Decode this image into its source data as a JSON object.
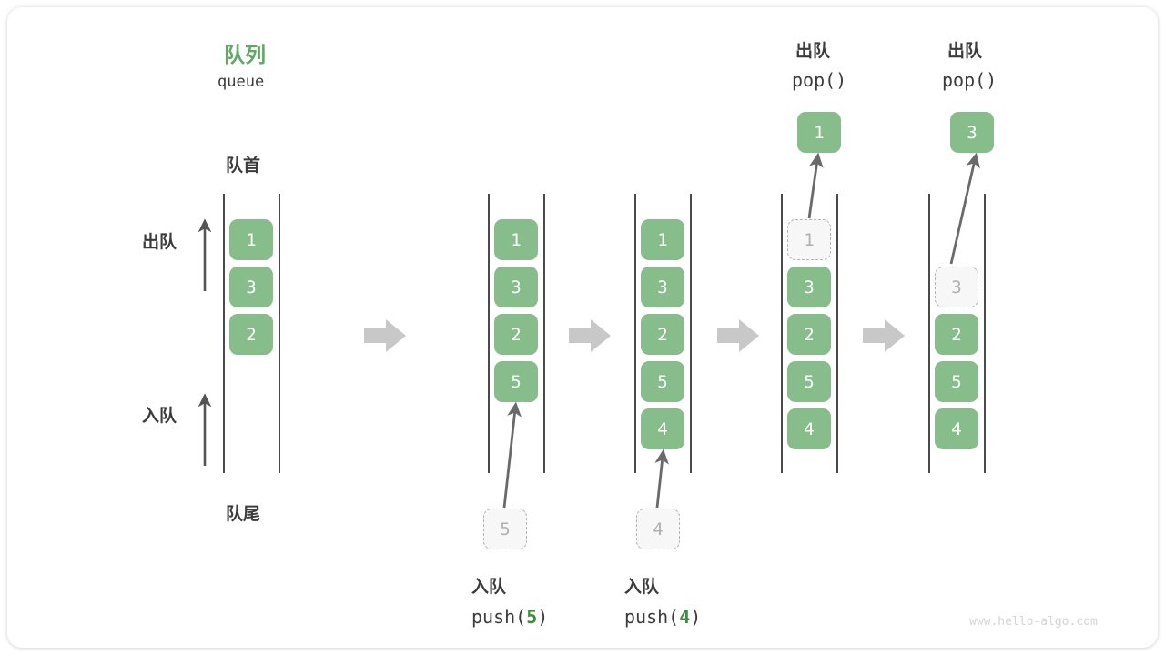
{
  "diagram": {
    "title_cn": "队列",
    "title_en": "queue",
    "front_label": "队首",
    "rear_label": "队尾",
    "dequeue_label": "出队",
    "enqueue_label": "入队",
    "watermark": "www.hello-algo.com",
    "accent_green": "#5eaa64",
    "cell_green": "#87bd8b",
    "ghost_grey": "#b4b4b4",
    "arrow_grey": "#c8c8c8",
    "text_dark": "#3c3c3c"
  },
  "stages": [
    {
      "id": "initial",
      "cells": [
        {
          "value": "1",
          "state": "filled"
        },
        {
          "value": "3",
          "state": "filled"
        },
        {
          "value": "2",
          "state": "filled"
        }
      ],
      "op_cn": "",
      "op_code": "",
      "op_arg": "",
      "incoming": null,
      "outgoing": null
    },
    {
      "id": "push-5",
      "cells": [
        {
          "value": "1",
          "state": "filled"
        },
        {
          "value": "3",
          "state": "filled"
        },
        {
          "value": "2",
          "state": "filled"
        },
        {
          "value": "5",
          "state": "filled"
        }
      ],
      "op_cn": "入队",
      "op_code_prefix": "push(",
      "op_arg": "5",
      "op_code_suffix": ")",
      "incoming": {
        "value": "5"
      },
      "outgoing": null
    },
    {
      "id": "push-4",
      "cells": [
        {
          "value": "1",
          "state": "filled"
        },
        {
          "value": "3",
          "state": "filled"
        },
        {
          "value": "2",
          "state": "filled"
        },
        {
          "value": "5",
          "state": "filled"
        },
        {
          "value": "4",
          "state": "filled"
        }
      ],
      "op_cn": "入队",
      "op_code_prefix": "push(",
      "op_arg": "4",
      "op_code_suffix": ")",
      "incoming": {
        "value": "4"
      },
      "outgoing": null
    },
    {
      "id": "pop-1",
      "cells": [
        {
          "value": "1",
          "state": "ghost"
        },
        {
          "value": "3",
          "state": "filled"
        },
        {
          "value": "2",
          "state": "filled"
        },
        {
          "value": "5",
          "state": "filled"
        },
        {
          "value": "4",
          "state": "filled"
        }
      ],
      "op_cn": "出队",
      "op_code": "pop()",
      "incoming": null,
      "outgoing": {
        "value": "1"
      }
    },
    {
      "id": "pop-3",
      "cells": [
        {
          "value": "",
          "state": "empty"
        },
        {
          "value": "3",
          "state": "ghost"
        },
        {
          "value": "2",
          "state": "filled"
        },
        {
          "value": "5",
          "state": "filled"
        },
        {
          "value": "4",
          "state": "filled"
        }
      ],
      "op_cn": "出队",
      "op_code": "pop()",
      "incoming": null,
      "outgoing": {
        "value": "3"
      }
    }
  ]
}
